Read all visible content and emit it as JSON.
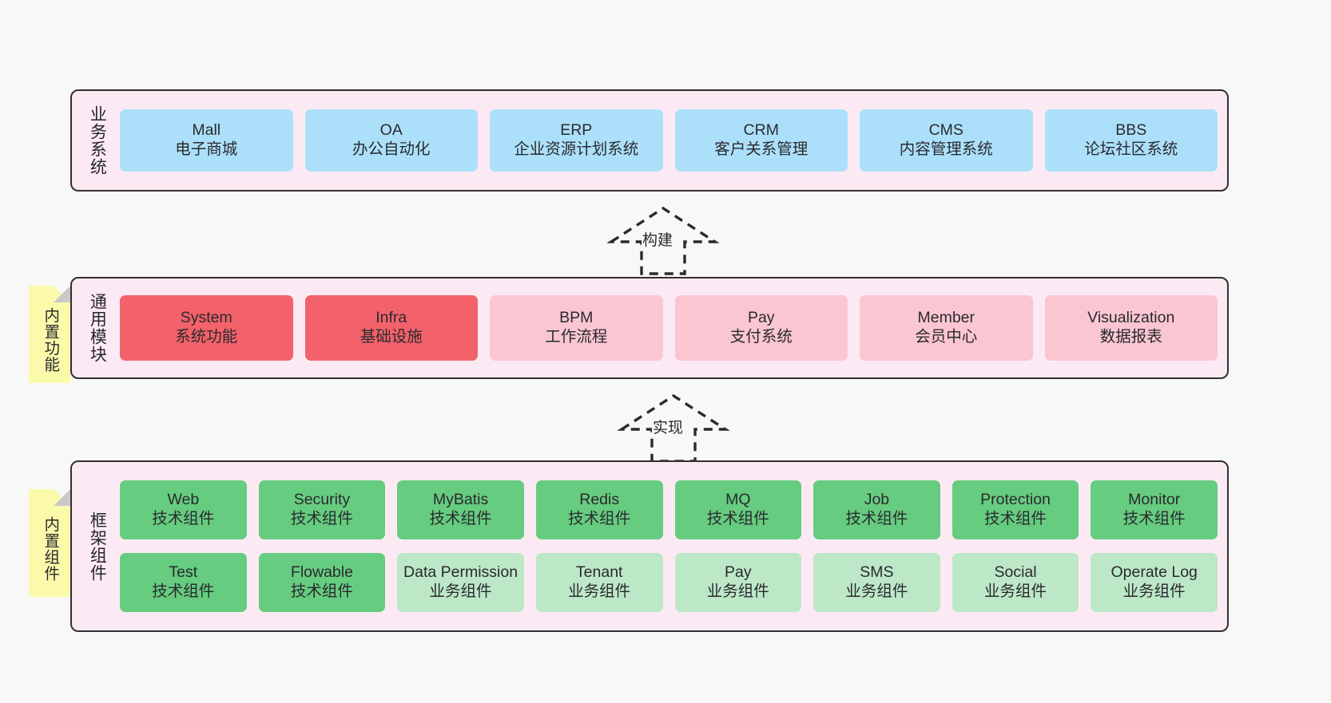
{
  "layers": [
    {
      "key": "business",
      "title": "业务系统",
      "rows": [
        {
          "style": "blue",
          "nodes": [
            {
              "t1": "Mall",
              "t2": "电子商城"
            },
            {
              "t1": "OA",
              "t2": "办公自动化"
            },
            {
              "t1": "ERP",
              "t2": "企业资源计划系统"
            },
            {
              "t1": "CRM",
              "t2": "客户关系管理"
            },
            {
              "t1": "CMS",
              "t2": "内容管理系统"
            },
            {
              "t1": "BBS",
              "t2": "论坛社区系统"
            }
          ]
        }
      ]
    },
    {
      "key": "common",
      "title": "通用模块",
      "note": "内置功能",
      "rows": [
        {
          "style": "mixed-red",
          "nodes": [
            {
              "t1": "System",
              "t2": "系统功能",
              "style": "red-solid"
            },
            {
              "t1": "Infra",
              "t2": "基础设施",
              "style": "red-solid"
            },
            {
              "t1": "BPM",
              "t2": "工作流程",
              "style": "red-soft"
            },
            {
              "t1": "Pay",
              "t2": "支付系统",
              "style": "red-soft"
            },
            {
              "t1": "Member",
              "t2": "会员中心",
              "style": "red-soft"
            },
            {
              "t1": "Visualization",
              "t2": "数据报表",
              "style": "red-soft"
            }
          ]
        }
      ]
    },
    {
      "key": "framework",
      "title": "框架组件",
      "note": "内置组件",
      "rows": [
        {
          "style": "mixed-green",
          "nodes": [
            {
              "t1": "Web",
              "t2": "技术组件",
              "style": "grn-solid"
            },
            {
              "t1": "Security",
              "t2": "技术组件",
              "style": "grn-solid"
            },
            {
              "t1": "MyBatis",
              "t2": "技术组件",
              "style": "grn-solid"
            },
            {
              "t1": "Redis",
              "t2": "技术组件",
              "style": "grn-solid"
            },
            {
              "t1": "MQ",
              "t2": "技术组件",
              "style": "grn-solid"
            },
            {
              "t1": "Job",
              "t2": "技术组件",
              "style": "grn-solid"
            },
            {
              "t1": "Protection",
              "t2": "技术组件",
              "style": "grn-solid"
            },
            {
              "t1": "Monitor",
              "t2": "技术组件",
              "style": "grn-solid"
            }
          ]
        },
        {
          "style": "mixed-green",
          "nodes": [
            {
              "t1": "Test",
              "t2": "技术组件",
              "style": "grn-solid"
            },
            {
              "t1": "Flowable",
              "t2": "技术组件",
              "style": "grn-solid"
            },
            {
              "t1": "Data Permission",
              "t2": "业务组件",
              "style": "grn-soft"
            },
            {
              "t1": "Tenant",
              "t2": "业务组件",
              "style": "grn-soft"
            },
            {
              "t1": "Pay",
              "t2": "业务组件",
              "style": "grn-soft"
            },
            {
              "t1": "SMS",
              "t2": "业务组件",
              "style": "grn-soft"
            },
            {
              "t1": "Social",
              "t2": "业务组件",
              "style": "grn-soft"
            },
            {
              "t1": "Operate Log",
              "t2": "业务组件",
              "style": "grn-soft"
            }
          ]
        }
      ]
    }
  ],
  "connectors": [
    {
      "key": "build",
      "label": "构建"
    },
    {
      "key": "implement",
      "label": "实现"
    }
  ],
  "colors": {
    "panel_bg": "#fbeaf4",
    "panel_border": "#33302e",
    "canvas_bg": "#f8f8f8",
    "blue": "#ace0fa",
    "red_solid": "#f3616a",
    "red_soft": "#fac6d2",
    "green_solid": "#66cc7f",
    "green_soft": "#bde8c8",
    "note_yellow": "#fbfaab",
    "note_fold": "#c9c9c9",
    "text": "#2a2a2e"
  }
}
